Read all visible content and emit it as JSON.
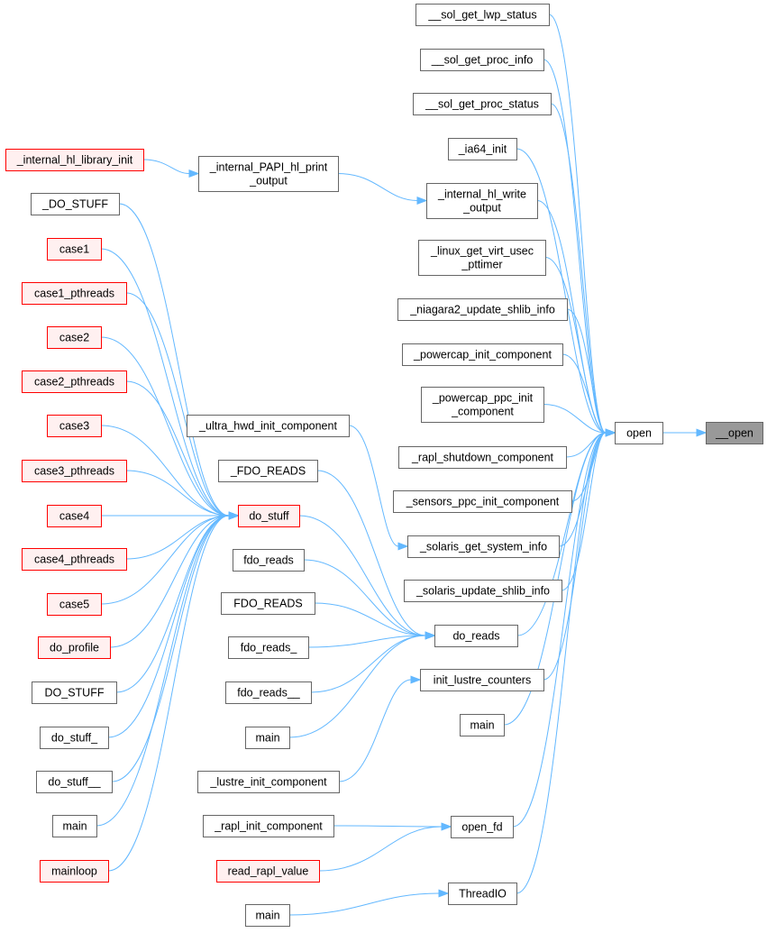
{
  "diagram": {
    "type": "call-graph",
    "colors": {
      "edge": "#63b8ff",
      "red_border": "#ff0000",
      "red_fill": "#fff0f0",
      "normal_border": "#666666",
      "focus_fill": "#999999"
    },
    "nodes": [
      {
        "id": "__open",
        "lines": [
          "__open"
        ],
        "style": "focus"
      },
      {
        "id": "open",
        "lines": [
          "open"
        ],
        "style": "normal"
      },
      {
        "id": "sol_lwp",
        "lines": [
          "__sol_get_lwp_status"
        ],
        "style": "normal"
      },
      {
        "id": "sol_proc_info",
        "lines": [
          "__sol_get_proc_info"
        ],
        "style": "normal"
      },
      {
        "id": "sol_proc_status",
        "lines": [
          "__sol_get_proc_status"
        ],
        "style": "normal"
      },
      {
        "id": "ia64_init",
        "lines": [
          "_ia64_init"
        ],
        "style": "normal"
      },
      {
        "id": "hl_write",
        "lines": [
          "_internal_hl_write",
          "_output"
        ],
        "style": "normal"
      },
      {
        "id": "linux_virt",
        "lines": [
          "_linux_get_virt_usec",
          "_pttimer"
        ],
        "style": "normal"
      },
      {
        "id": "niagara2",
        "lines": [
          "_niagara2_update_shlib_info"
        ],
        "style": "normal"
      },
      {
        "id": "powercap_init",
        "lines": [
          "_powercap_init_component"
        ],
        "style": "normal"
      },
      {
        "id": "powercap_ppc",
        "lines": [
          "_powercap_ppc_init",
          "_component"
        ],
        "style": "normal"
      },
      {
        "id": "rapl_shutdown",
        "lines": [
          "_rapl_shutdown_component"
        ],
        "style": "normal"
      },
      {
        "id": "sensors_ppc",
        "lines": [
          "_sensors_ppc_init_component"
        ],
        "style": "normal"
      },
      {
        "id": "solaris_sysinfo",
        "lines": [
          "_solaris_get_system_info"
        ],
        "style": "normal"
      },
      {
        "id": "solaris_shlib",
        "lines": [
          "_solaris_update_shlib_info"
        ],
        "style": "normal"
      },
      {
        "id": "do_reads",
        "lines": [
          "do_reads"
        ],
        "style": "normal"
      },
      {
        "id": "init_lustre",
        "lines": [
          "init_lustre_counters"
        ],
        "style": "normal"
      },
      {
        "id": "main_r1",
        "lines": [
          "main"
        ],
        "style": "normal"
      },
      {
        "id": "open_fd",
        "lines": [
          "open_fd"
        ],
        "style": "normal"
      },
      {
        "id": "threadio",
        "lines": [
          "ThreadIO"
        ],
        "style": "normal"
      },
      {
        "id": "hl_lib_init",
        "lines": [
          "_internal_hl_library_init"
        ],
        "style": "red"
      },
      {
        "id": "papi_hl_print",
        "lines": [
          "_internal_PAPI_hl_print",
          "_output"
        ],
        "style": "normal"
      },
      {
        "id": "ultra_hwd",
        "lines": [
          "_ultra_hwd_init_component"
        ],
        "style": "normal"
      },
      {
        "id": "FDO_READS_u",
        "lines": [
          "_FDO_READS"
        ],
        "style": "normal"
      },
      {
        "id": "do_stuff",
        "lines": [
          "do_stuff"
        ],
        "style": "red"
      },
      {
        "id": "fdo_reads",
        "lines": [
          "fdo_reads"
        ],
        "style": "normal"
      },
      {
        "id": "FDO_READS",
        "lines": [
          "FDO_READS"
        ],
        "style": "normal"
      },
      {
        "id": "fdo_reads_",
        "lines": [
          "fdo_reads_"
        ],
        "style": "normal"
      },
      {
        "id": "fdo_reads__",
        "lines": [
          "fdo_reads__"
        ],
        "style": "normal"
      },
      {
        "id": "main_m1",
        "lines": [
          "main"
        ],
        "style": "normal"
      },
      {
        "id": "lustre_init",
        "lines": [
          "_lustre_init_component"
        ],
        "style": "normal"
      },
      {
        "id": "rapl_init",
        "lines": [
          "_rapl_init_component"
        ],
        "style": "normal"
      },
      {
        "id": "read_rapl",
        "lines": [
          "read_rapl_value"
        ],
        "style": "red"
      },
      {
        "id": "main_m2",
        "lines": [
          "main"
        ],
        "style": "normal"
      },
      {
        "id": "DO_STUFF_u",
        "lines": [
          "_DO_STUFF"
        ],
        "style": "normal"
      },
      {
        "id": "case1",
        "lines": [
          "case1"
        ],
        "style": "red"
      },
      {
        "id": "case1_p",
        "lines": [
          "case1_pthreads"
        ],
        "style": "red"
      },
      {
        "id": "case2",
        "lines": [
          "case2"
        ],
        "style": "red"
      },
      {
        "id": "case2_p",
        "lines": [
          "case2_pthreads"
        ],
        "style": "red"
      },
      {
        "id": "case3",
        "lines": [
          "case3"
        ],
        "style": "red"
      },
      {
        "id": "case3_p",
        "lines": [
          "case3_pthreads"
        ],
        "style": "red"
      },
      {
        "id": "case4",
        "lines": [
          "case4"
        ],
        "style": "red"
      },
      {
        "id": "case4_p",
        "lines": [
          "case4_pthreads"
        ],
        "style": "red"
      },
      {
        "id": "case5",
        "lines": [
          "case5"
        ],
        "style": "red"
      },
      {
        "id": "do_profile",
        "lines": [
          "do_profile"
        ],
        "style": "red"
      },
      {
        "id": "DO_STUFF",
        "lines": [
          "DO_STUFF"
        ],
        "style": "normal"
      },
      {
        "id": "do_stuff_",
        "lines": [
          "do_stuff_"
        ],
        "style": "normal"
      },
      {
        "id": "do_stuff__",
        "lines": [
          "do_stuff__"
        ],
        "style": "normal"
      },
      {
        "id": "main_l",
        "lines": [
          "main"
        ],
        "style": "normal"
      },
      {
        "id": "mainloop",
        "lines": [
          "mainloop"
        ],
        "style": "red"
      }
    ],
    "edges": [
      {
        "from": "open",
        "to": "__open"
      },
      {
        "from": "sol_lwp",
        "to": "open"
      },
      {
        "from": "sol_proc_info",
        "to": "open"
      },
      {
        "from": "sol_proc_status",
        "to": "open"
      },
      {
        "from": "ia64_init",
        "to": "open"
      },
      {
        "from": "hl_write",
        "to": "open"
      },
      {
        "from": "linux_virt",
        "to": "open"
      },
      {
        "from": "niagara2",
        "to": "open"
      },
      {
        "from": "powercap_init",
        "to": "open"
      },
      {
        "from": "powercap_ppc",
        "to": "open"
      },
      {
        "from": "rapl_shutdown",
        "to": "open"
      },
      {
        "from": "sensors_ppc",
        "to": "open"
      },
      {
        "from": "solaris_sysinfo",
        "to": "open"
      },
      {
        "from": "solaris_shlib",
        "to": "open"
      },
      {
        "from": "do_reads",
        "to": "open"
      },
      {
        "from": "init_lustre",
        "to": "open"
      },
      {
        "from": "main_r1",
        "to": "open"
      },
      {
        "from": "open_fd",
        "to": "open"
      },
      {
        "from": "threadio",
        "to": "open"
      },
      {
        "from": "hl_lib_init",
        "to": "papi_hl_print"
      },
      {
        "from": "papi_hl_print",
        "to": "hl_write"
      },
      {
        "from": "ultra_hwd",
        "to": "solaris_sysinfo"
      },
      {
        "from": "FDO_READS_u",
        "to": "do_reads"
      },
      {
        "from": "do_stuff",
        "to": "do_reads"
      },
      {
        "from": "fdo_reads",
        "to": "do_reads"
      },
      {
        "from": "FDO_READS",
        "to": "do_reads"
      },
      {
        "from": "fdo_reads_",
        "to": "do_reads"
      },
      {
        "from": "fdo_reads__",
        "to": "do_reads"
      },
      {
        "from": "main_m1",
        "to": "do_reads"
      },
      {
        "from": "lustre_init",
        "to": "init_lustre"
      },
      {
        "from": "rapl_init",
        "to": "open_fd"
      },
      {
        "from": "read_rapl",
        "to": "open_fd"
      },
      {
        "from": "main_m2",
        "to": "threadio"
      },
      {
        "from": "DO_STUFF_u",
        "to": "do_stuff"
      },
      {
        "from": "case1",
        "to": "do_stuff"
      },
      {
        "from": "case1_p",
        "to": "do_stuff"
      },
      {
        "from": "case2",
        "to": "do_stuff"
      },
      {
        "from": "case2_p",
        "to": "do_stuff"
      },
      {
        "from": "case3",
        "to": "do_stuff"
      },
      {
        "from": "case3_p",
        "to": "do_stuff"
      },
      {
        "from": "case4",
        "to": "do_stuff"
      },
      {
        "from": "case4_p",
        "to": "do_stuff"
      },
      {
        "from": "case5",
        "to": "do_stuff"
      },
      {
        "from": "do_profile",
        "to": "do_stuff"
      },
      {
        "from": "DO_STUFF",
        "to": "do_stuff"
      },
      {
        "from": "do_stuff_",
        "to": "do_stuff"
      },
      {
        "from": "do_stuff__",
        "to": "do_stuff"
      },
      {
        "from": "main_l",
        "to": "do_stuff"
      },
      {
        "from": "mainloop",
        "to": "do_stuff"
      }
    ]
  }
}
